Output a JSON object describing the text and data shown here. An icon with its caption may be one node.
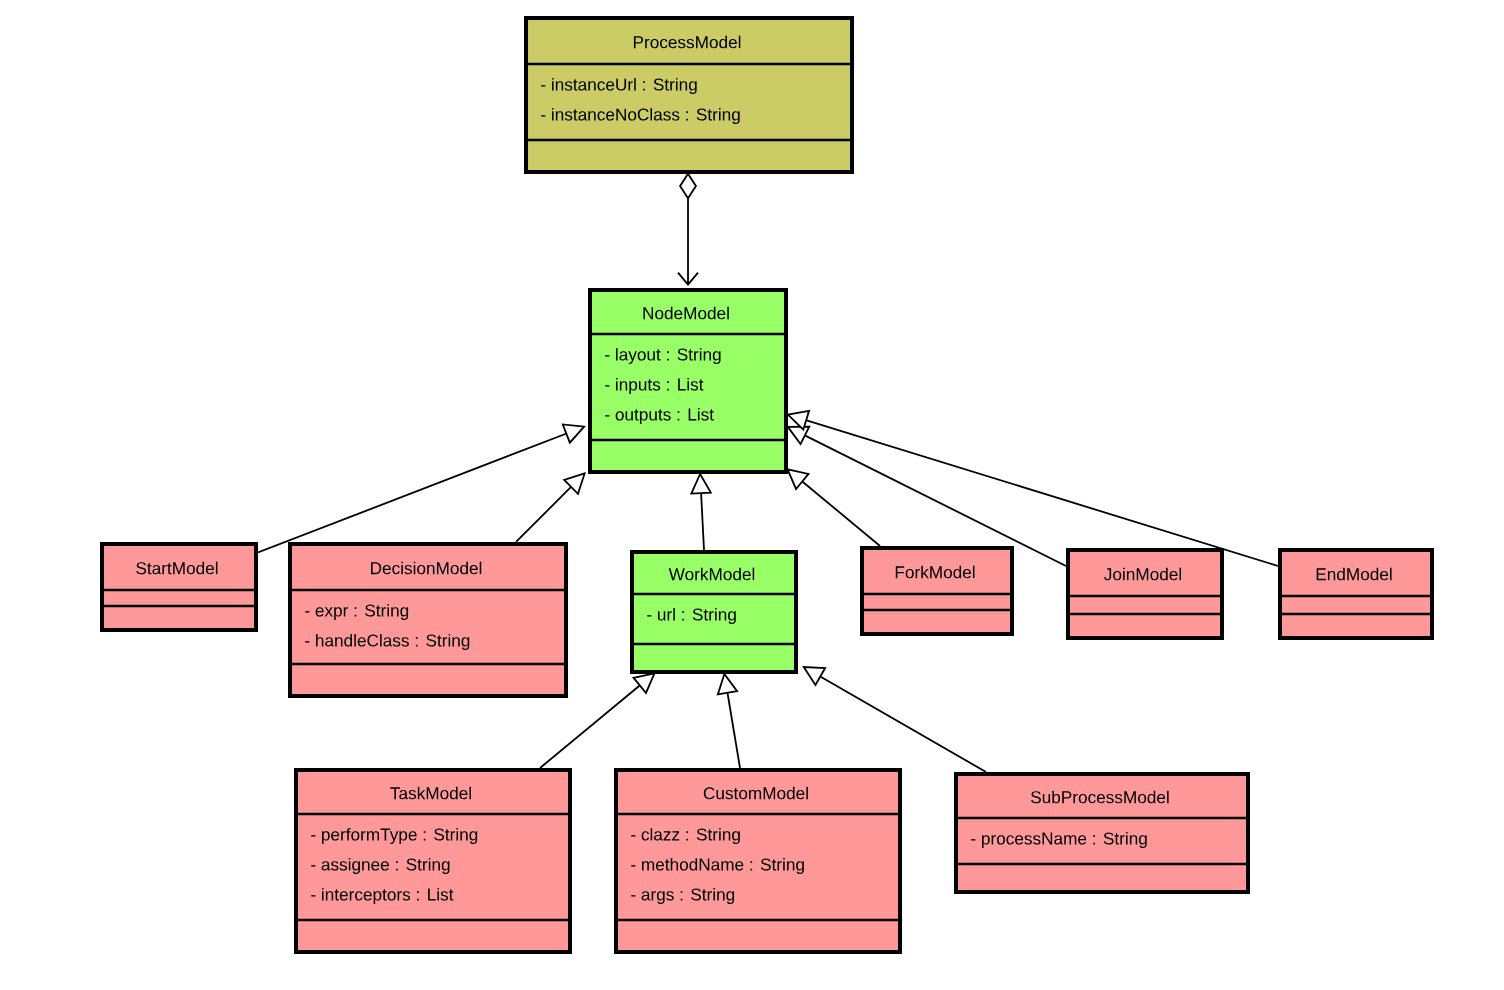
{
  "diagram": {
    "nodes": [
      {
        "text": [
          "ProcessModel",
          "- instanceUrl : String",
          "- instanceNoClass : String"
        ]
      },
      {
        "text": [
          "NodeModel",
          "- layout : String",
          "- inputs : List",
          "- outputs : List"
        ]
      },
      {
        "text": [
          "StartModel"
        ]
      },
      {
        "text": [
          "DecisionModel",
          "- expr : String",
          "- handleClass : String"
        ]
      },
      {
        "text": [
          "WorkModel",
          "- url : String"
        ]
      },
      {
        "text": [
          "ForkModel"
        ]
      },
      {
        "text": [
          "JoinModel"
        ]
      },
      {
        "text": [
          "EndModel"
        ]
      },
      {
        "text": [
          "TaskModel",
          "- performType : String",
          "- assignee : String",
          "- interceptors : List"
        ]
      },
      {
        "text": [
          "CustomModel",
          "- clazz : String",
          "- methodName : String",
          "- args : String"
        ]
      },
      {
        "text": [
          "SubProcessModel",
          "- processName : String"
        ]
      }
    ],
    "edges": [
      {
        "from": 0,
        "to": 1,
        "arrow": "to"
      },
      {
        "from": 2,
        "to": 1,
        "arrow": "to"
      },
      {
        "from": 3,
        "to": 1,
        "arrow": "to"
      },
      {
        "from": 4,
        "to": 1,
        "arrow": "to"
      },
      {
        "from": 5,
        "to": 1,
        "arrow": "to"
      },
      {
        "from": 6,
        "to": 1,
        "arrow": "to"
      },
      {
        "from": 7,
        "to": 1,
        "arrow": "to"
      },
      {
        "from": 8,
        "to": 4,
        "arrow": "to"
      },
      {
        "from": 9,
        "to": 4,
        "arrow": "to"
      },
      {
        "from": 10,
        "to": 4,
        "arrow": "to"
      }
    ]
  }
}
